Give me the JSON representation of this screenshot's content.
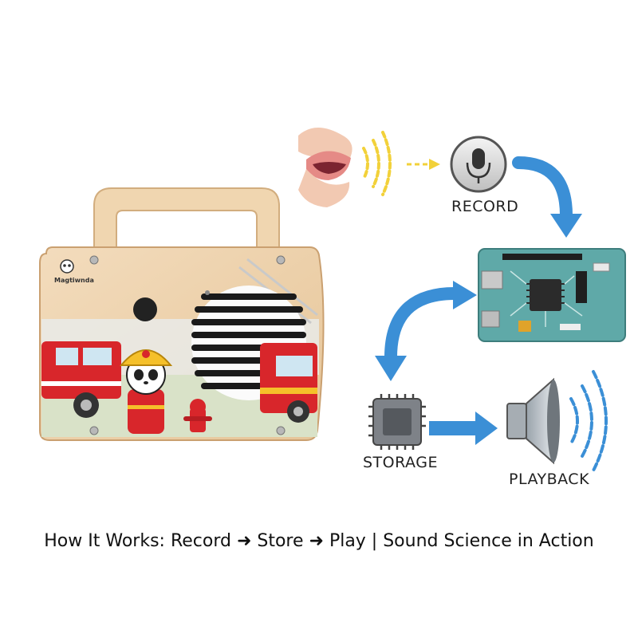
{
  "steps": {
    "record": "RECORD",
    "storage": "STORAGE",
    "playback": "PLAYBACK"
  },
  "caption": "How It Works: Record ➜ Store ➜ Play | Sound Science in Action",
  "device": {
    "brand": "Magtiwnda"
  },
  "icons": [
    "lips-icon",
    "sound-waves-icon",
    "microphone-icon",
    "circuit-board-icon",
    "chip-icon",
    "speaker-icon"
  ],
  "colors": {
    "arrow_blue": "#3b8fd6",
    "wave_yellow": "#f2d13a",
    "board_teal": "#5fa9a8",
    "truck_red": "#d8262b"
  }
}
